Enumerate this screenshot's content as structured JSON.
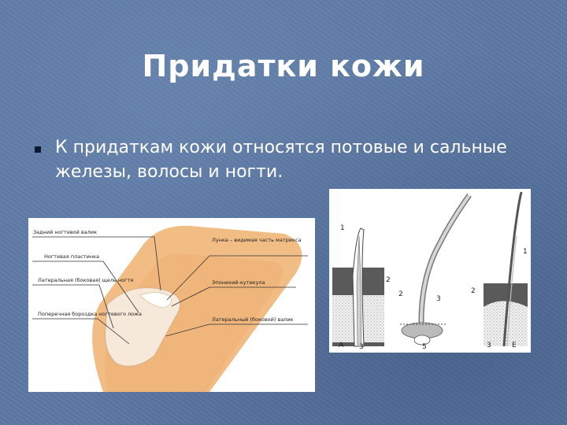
{
  "slide": {
    "title": "Придатки кожи",
    "bullet_text": "К придаткам кожи относятся потовые и сальные железы, волосы и ногти."
  },
  "nail_diagram": {
    "labels": {
      "posterior_fold": "Задний ногтевой валик",
      "nail_plate": "Ногтевая пластинка",
      "lateral_groove": "Латеральная (боковая) щель ногтя",
      "transverse_groove": "Поперечная бороздка ногтевого ложа",
      "lunula": "Лунка – видимая часть матрикса",
      "eponychium": "Эпонихий-кутикула",
      "lateral_fold": "Латеральный (боковой) валик"
    }
  },
  "hair_diagram": {
    "labels": {
      "a_1": "1",
      "a_2": "2",
      "a_3": "3",
      "a_letter": "А",
      "b_2": "2",
      "b_3": "3",
      "b_5": "5",
      "c_1": "1",
      "c_2": "2",
      "c_3": "3",
      "c_letter": "Е"
    }
  },
  "colors": {
    "background": "#5d7aa5",
    "finger": "#f2bd84",
    "nail": "#f6e9d9"
  }
}
